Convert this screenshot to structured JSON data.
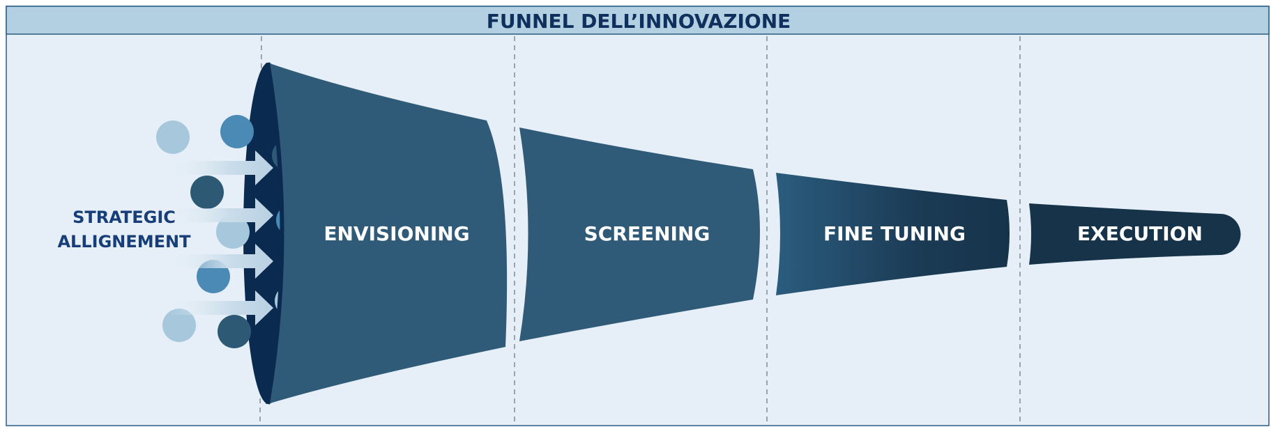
{
  "title": "FUNNEL DELL’INNOVAZIONE",
  "input_label": [
    "STRATEGIC",
    "ALLIGNEMENT"
  ],
  "stages": [
    {
      "label": "ENVISIONING"
    },
    {
      "label": "SCREENING"
    },
    {
      "label": "FINE TUNING"
    },
    {
      "label": "EXECUTION"
    }
  ],
  "colors": {
    "frame": "#2a5a82",
    "header_bg": "#b3d0e3",
    "body_bg": "#e6eff7",
    "title_text": "#0f2f5c",
    "label_text": "#173e78",
    "funnel_mouth": "#0b2a50",
    "stage_fill": "#2f5a78",
    "stage_dark": "#15324a",
    "dot_light": "#a6c7dc",
    "dot_mid": "#4a8ab5",
    "dot_dark": "#2e5975",
    "white": "#ffffff"
  }
}
